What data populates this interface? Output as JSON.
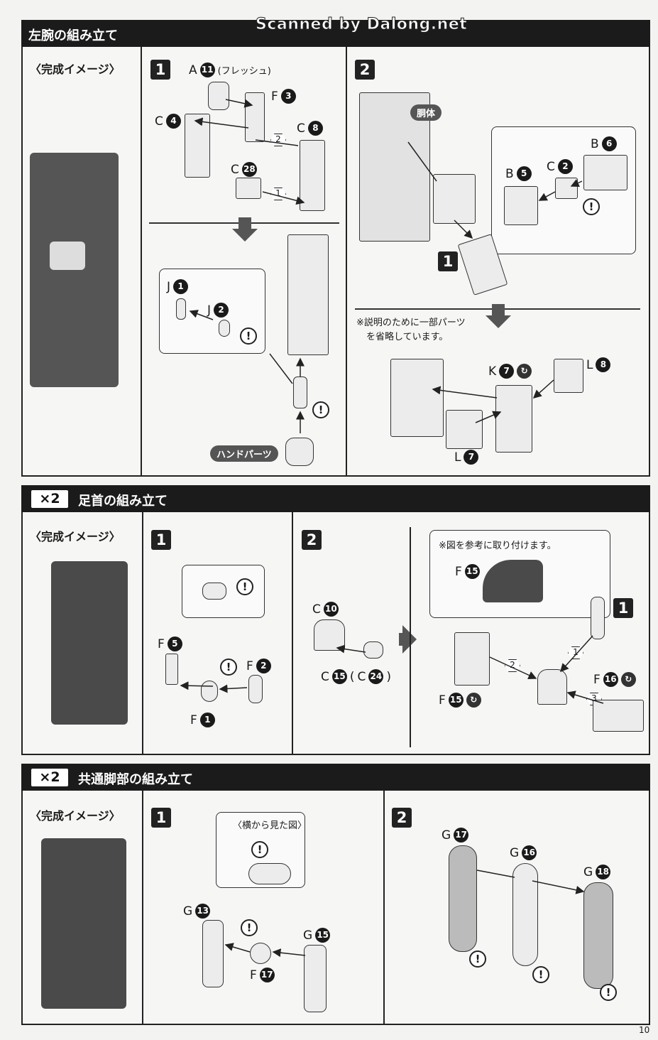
{
  "watermark": "Scanned by Dalong.net",
  "page_number": "10",
  "finished_image_label": "〈完成イメージ〉",
  "s1": {
    "title": "左腕の組み立て",
    "step1": {
      "badge": "1",
      "a": {
        "letter": "A",
        "num": "11",
        "note": "(フレッシュ)"
      },
      "labels": [
        {
          "letter": "F",
          "num": "3"
        },
        {
          "letter": "C",
          "num": "4"
        },
        {
          "letter": "C",
          "num": "8"
        },
        {
          "letter": "C",
          "num": "28"
        },
        {
          "letter": "J",
          "num": "1"
        },
        {
          "letter": "J",
          "num": "2"
        }
      ],
      "hex": [
        "2",
        "1"
      ],
      "warn": "!",
      "hand_parts": "ハンドパーツ"
    },
    "step2": {
      "badge": "2",
      "body_pill": "胴体",
      "labels": [
        {
          "letter": "B",
          "num": "6"
        },
        {
          "letter": "B",
          "num": "5"
        },
        {
          "letter": "C",
          "num": "2"
        },
        {
          "letter": "K",
          "num": "7"
        },
        {
          "letter": "L",
          "num": "8"
        },
        {
          "letter": "L",
          "num": "7"
        }
      ],
      "sub_badge": "1",
      "note_line1": "※説明のために一部パーツ",
      "note_line2": "を省略しています。",
      "warn": "!"
    }
  },
  "s2": {
    "multiplier": "×2",
    "title": "足首の組み立て",
    "step1": {
      "badge": "1",
      "labels": [
        {
          "letter": "F",
          "num": "5"
        },
        {
          "letter": "F",
          "num": "2"
        },
        {
          "letter": "F",
          "num": "1"
        }
      ],
      "warn": "!"
    },
    "step2": {
      "badge": "2",
      "labels": [
        {
          "letter": "C",
          "num": "10"
        },
        {
          "letter": "C",
          "num": "15"
        },
        {
          "letter": "F",
          "num": "15"
        },
        {
          "letter": "F",
          "num": "16"
        },
        {
          "letter": "F",
          "num": "15"
        }
      ],
      "alt": {
        "letter": "C",
        "num": "24"
      },
      "callout_note": "※図を参考に取り付けます。",
      "sub_badge": "1",
      "hex": [
        "1",
        "2",
        "3"
      ]
    }
  },
  "s3": {
    "multiplier": "×2",
    "title": "共通脚部の組み立て",
    "step1": {
      "badge": "1",
      "callout_title": "〈横から見た図〉",
      "labels": [
        {
          "letter": "G",
          "num": "13"
        },
        {
          "letter": "G",
          "num": "15"
        },
        {
          "letter": "F",
          "num": "17"
        }
      ],
      "warn": "!"
    },
    "step2": {
      "badge": "2",
      "labels": [
        {
          "letter": "G",
          "num": "17"
        },
        {
          "letter": "G",
          "num": "16"
        },
        {
          "letter": "G",
          "num": "18"
        }
      ],
      "warn": "!"
    }
  }
}
